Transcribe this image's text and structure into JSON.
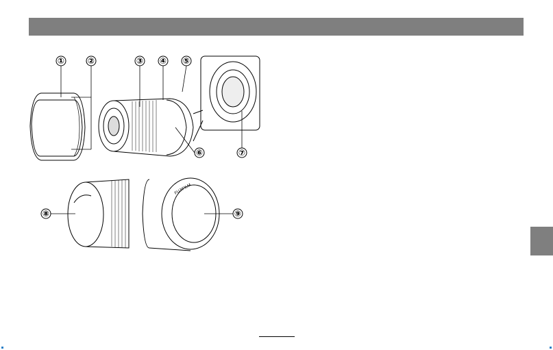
{
  "header": {
    "title": ""
  },
  "side_tab": {
    "label": ""
  },
  "diagram": {
    "callouts": [
      {
        "id": "c1",
        "label": "①"
      },
      {
        "id": "c2",
        "label": "②"
      },
      {
        "id": "c3",
        "label": "③"
      },
      {
        "id": "c4",
        "label": "④"
      },
      {
        "id": "c5",
        "label": "⑤"
      },
      {
        "id": "c6",
        "label": "⑥"
      },
      {
        "id": "c7",
        "label": "⑦"
      },
      {
        "id": "c8",
        "label": "⑧"
      },
      {
        "id": "c9",
        "label": "⑨"
      }
    ],
    "rear_cap_text": "FUJIFILM"
  },
  "colors": {
    "header_bar": "#7f7f7f",
    "side_tab": "#7f7f7f",
    "line": "#000000"
  },
  "icons": [
    "lens-hood-icon",
    "lens-body-icon",
    "lens-mount-detail-icon",
    "front-cap-icon",
    "rear-cap-icon"
  ]
}
